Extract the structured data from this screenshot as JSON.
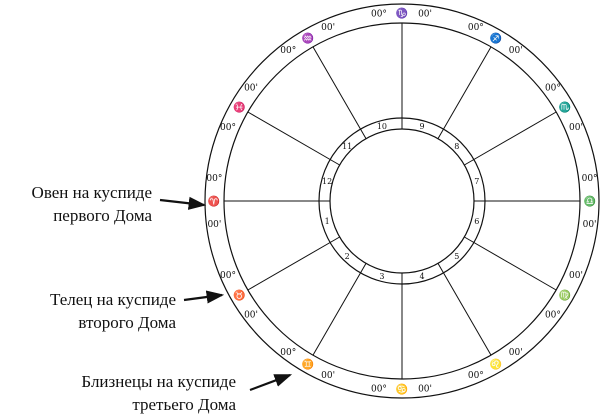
{
  "captions": [
    {
      "line1": "Овен на куспиде",
      "line2": "первого Дома"
    },
    {
      "line1": "Телец на куспиде",
      "line2": "второго Дома"
    },
    {
      "line1": "Близнецы на куспиде",
      "line2": "третьего Дома"
    }
  ],
  "houses": [
    "1",
    "2",
    "3",
    "4",
    "5",
    "6",
    "7",
    "8",
    "9",
    "10",
    "11",
    "12"
  ],
  "cusps": [
    {
      "sign": "♈",
      "deg": "00°",
      "min": "00'"
    },
    {
      "sign": "♉",
      "deg": "00°",
      "min": "00'"
    },
    {
      "sign": "♊",
      "deg": "00°",
      "min": "00'"
    },
    {
      "sign": "♋",
      "deg": "00°",
      "min": "00'"
    },
    {
      "sign": "♌",
      "deg": "00°",
      "min": "00'"
    },
    {
      "sign": "♍",
      "deg": "00°",
      "min": "00'"
    },
    {
      "sign": "♎",
      "deg": "00°",
      "min": "00'"
    },
    {
      "sign": "♏",
      "deg": "00°",
      "min": "00'"
    },
    {
      "sign": "♐",
      "deg": "00°",
      "min": "00'"
    },
    {
      "sign": "♑",
      "deg": "00°",
      "min": "00'"
    },
    {
      "sign": "♒",
      "deg": "00°",
      "min": "00'"
    },
    {
      "sign": "♓",
      "deg": "00°",
      "min": "00'"
    }
  ]
}
